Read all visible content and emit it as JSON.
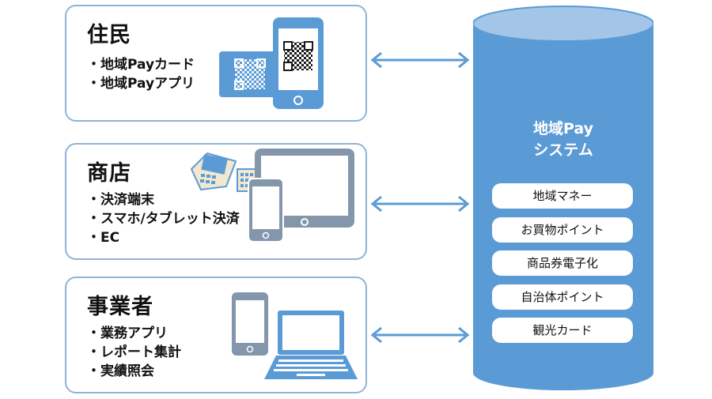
{
  "panels": [
    {
      "title": "住民",
      "items": [
        "地域Payカード",
        "地域Payアプリ"
      ]
    },
    {
      "title": "商店",
      "items": [
        "決済端末",
        "スマホ/タブレット決済",
        "EC"
      ]
    },
    {
      "title": "事業者",
      "items": [
        "業務アプリ",
        "レポート集計",
        "実績照会"
      ]
    }
  ],
  "system": {
    "title_line1": "地域Pay",
    "title_line2": "システム",
    "features": [
      "地域マネー",
      "お買物ポイント",
      "商品券電子化",
      "自治体ポイント",
      "観光カード"
    ]
  },
  "colors": {
    "panel_border": "#8fb4d8",
    "device_gray": "#8496ab",
    "device_blue": "#5b9bd5",
    "cylinder_body": "#5b9bd5",
    "cylinder_top": "#a3c6e8",
    "arrow": "#5b9bd5"
  },
  "icons": [
    "qr-card-icon",
    "smartphone-qr-icon",
    "payment-terminal-icon",
    "tablet-icon",
    "smartphone-icon",
    "laptop-icon",
    "double-arrow-icon",
    "database-cylinder-icon"
  ]
}
